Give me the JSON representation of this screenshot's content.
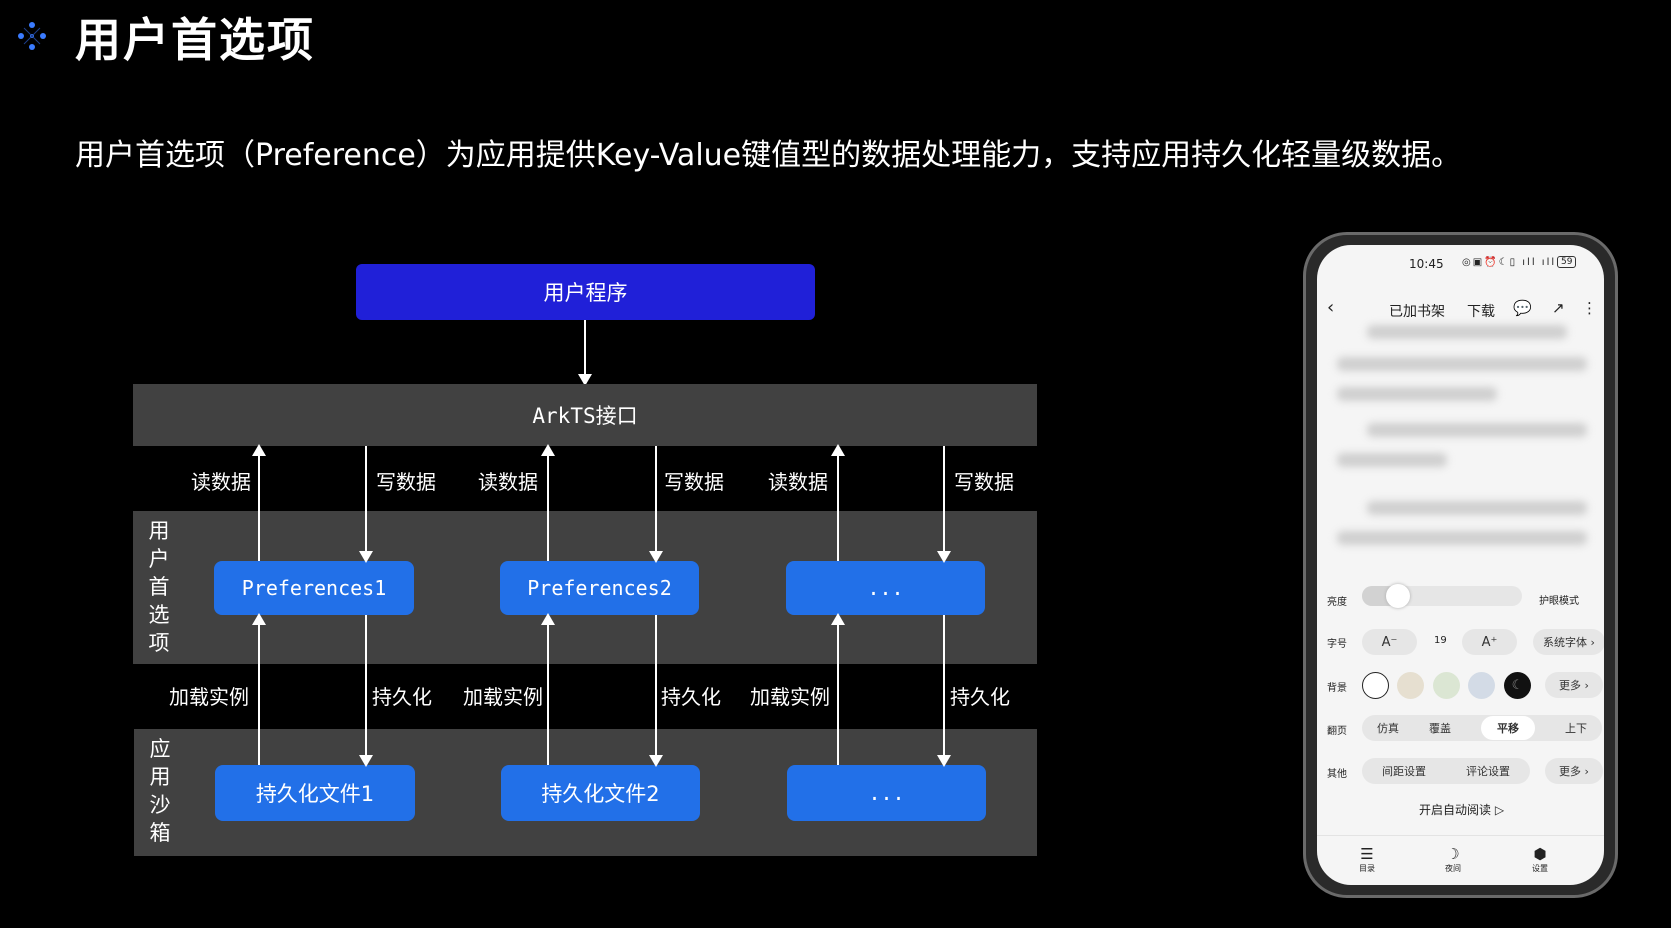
{
  "header": {
    "title": "用户首选项",
    "logo": "sparkle-logo-icon"
  },
  "subtitle": "用户首选项（Preference）为应用提供Key-Value键值型的数据处理能力，支持应用持久化轻量级数据。",
  "diagram": {
    "user_program": "用户程序",
    "arkts": "ArkTS接口",
    "read": "读数据",
    "write": "写数据",
    "load": "加载实例",
    "persist": "持久化",
    "pref_band": [
      "用",
      "户",
      "首",
      "选",
      "项"
    ],
    "sandbox_band": [
      "应",
      "用",
      "沙",
      "箱"
    ],
    "preferences": [
      "Preferences1",
      "Preferences2",
      "..."
    ],
    "files": [
      "持久化文件1",
      "持久化文件2",
      "..."
    ],
    "colors": {
      "user_box": "#2020d8",
      "node": "#2270e8",
      "band": "#414141"
    }
  },
  "phone": {
    "status": {
      "time": "10:45",
      "battery": "59"
    },
    "toolbar": {
      "shelf": "已加书架",
      "download": "下载"
    },
    "settings": {
      "brightness_label": "亮度",
      "brightness_value": 0.17,
      "eye_mode": "护眼模式",
      "font_label": "字号",
      "font_size": "19",
      "font_family": "系统字体 ›",
      "bg_label": "背景",
      "bg_more": "更多 ›",
      "page_label": "翻页",
      "page_options": [
        "仿真",
        "覆盖",
        "平移",
        "上下"
      ],
      "page_selected": "平移",
      "other_label": "其他",
      "spacing": "间距设置",
      "comment": "评论设置",
      "other_more": "更多 ›",
      "auto_read": "开启自动阅读 ▷"
    },
    "nav": [
      "目录",
      "夜间",
      "设置"
    ]
  }
}
